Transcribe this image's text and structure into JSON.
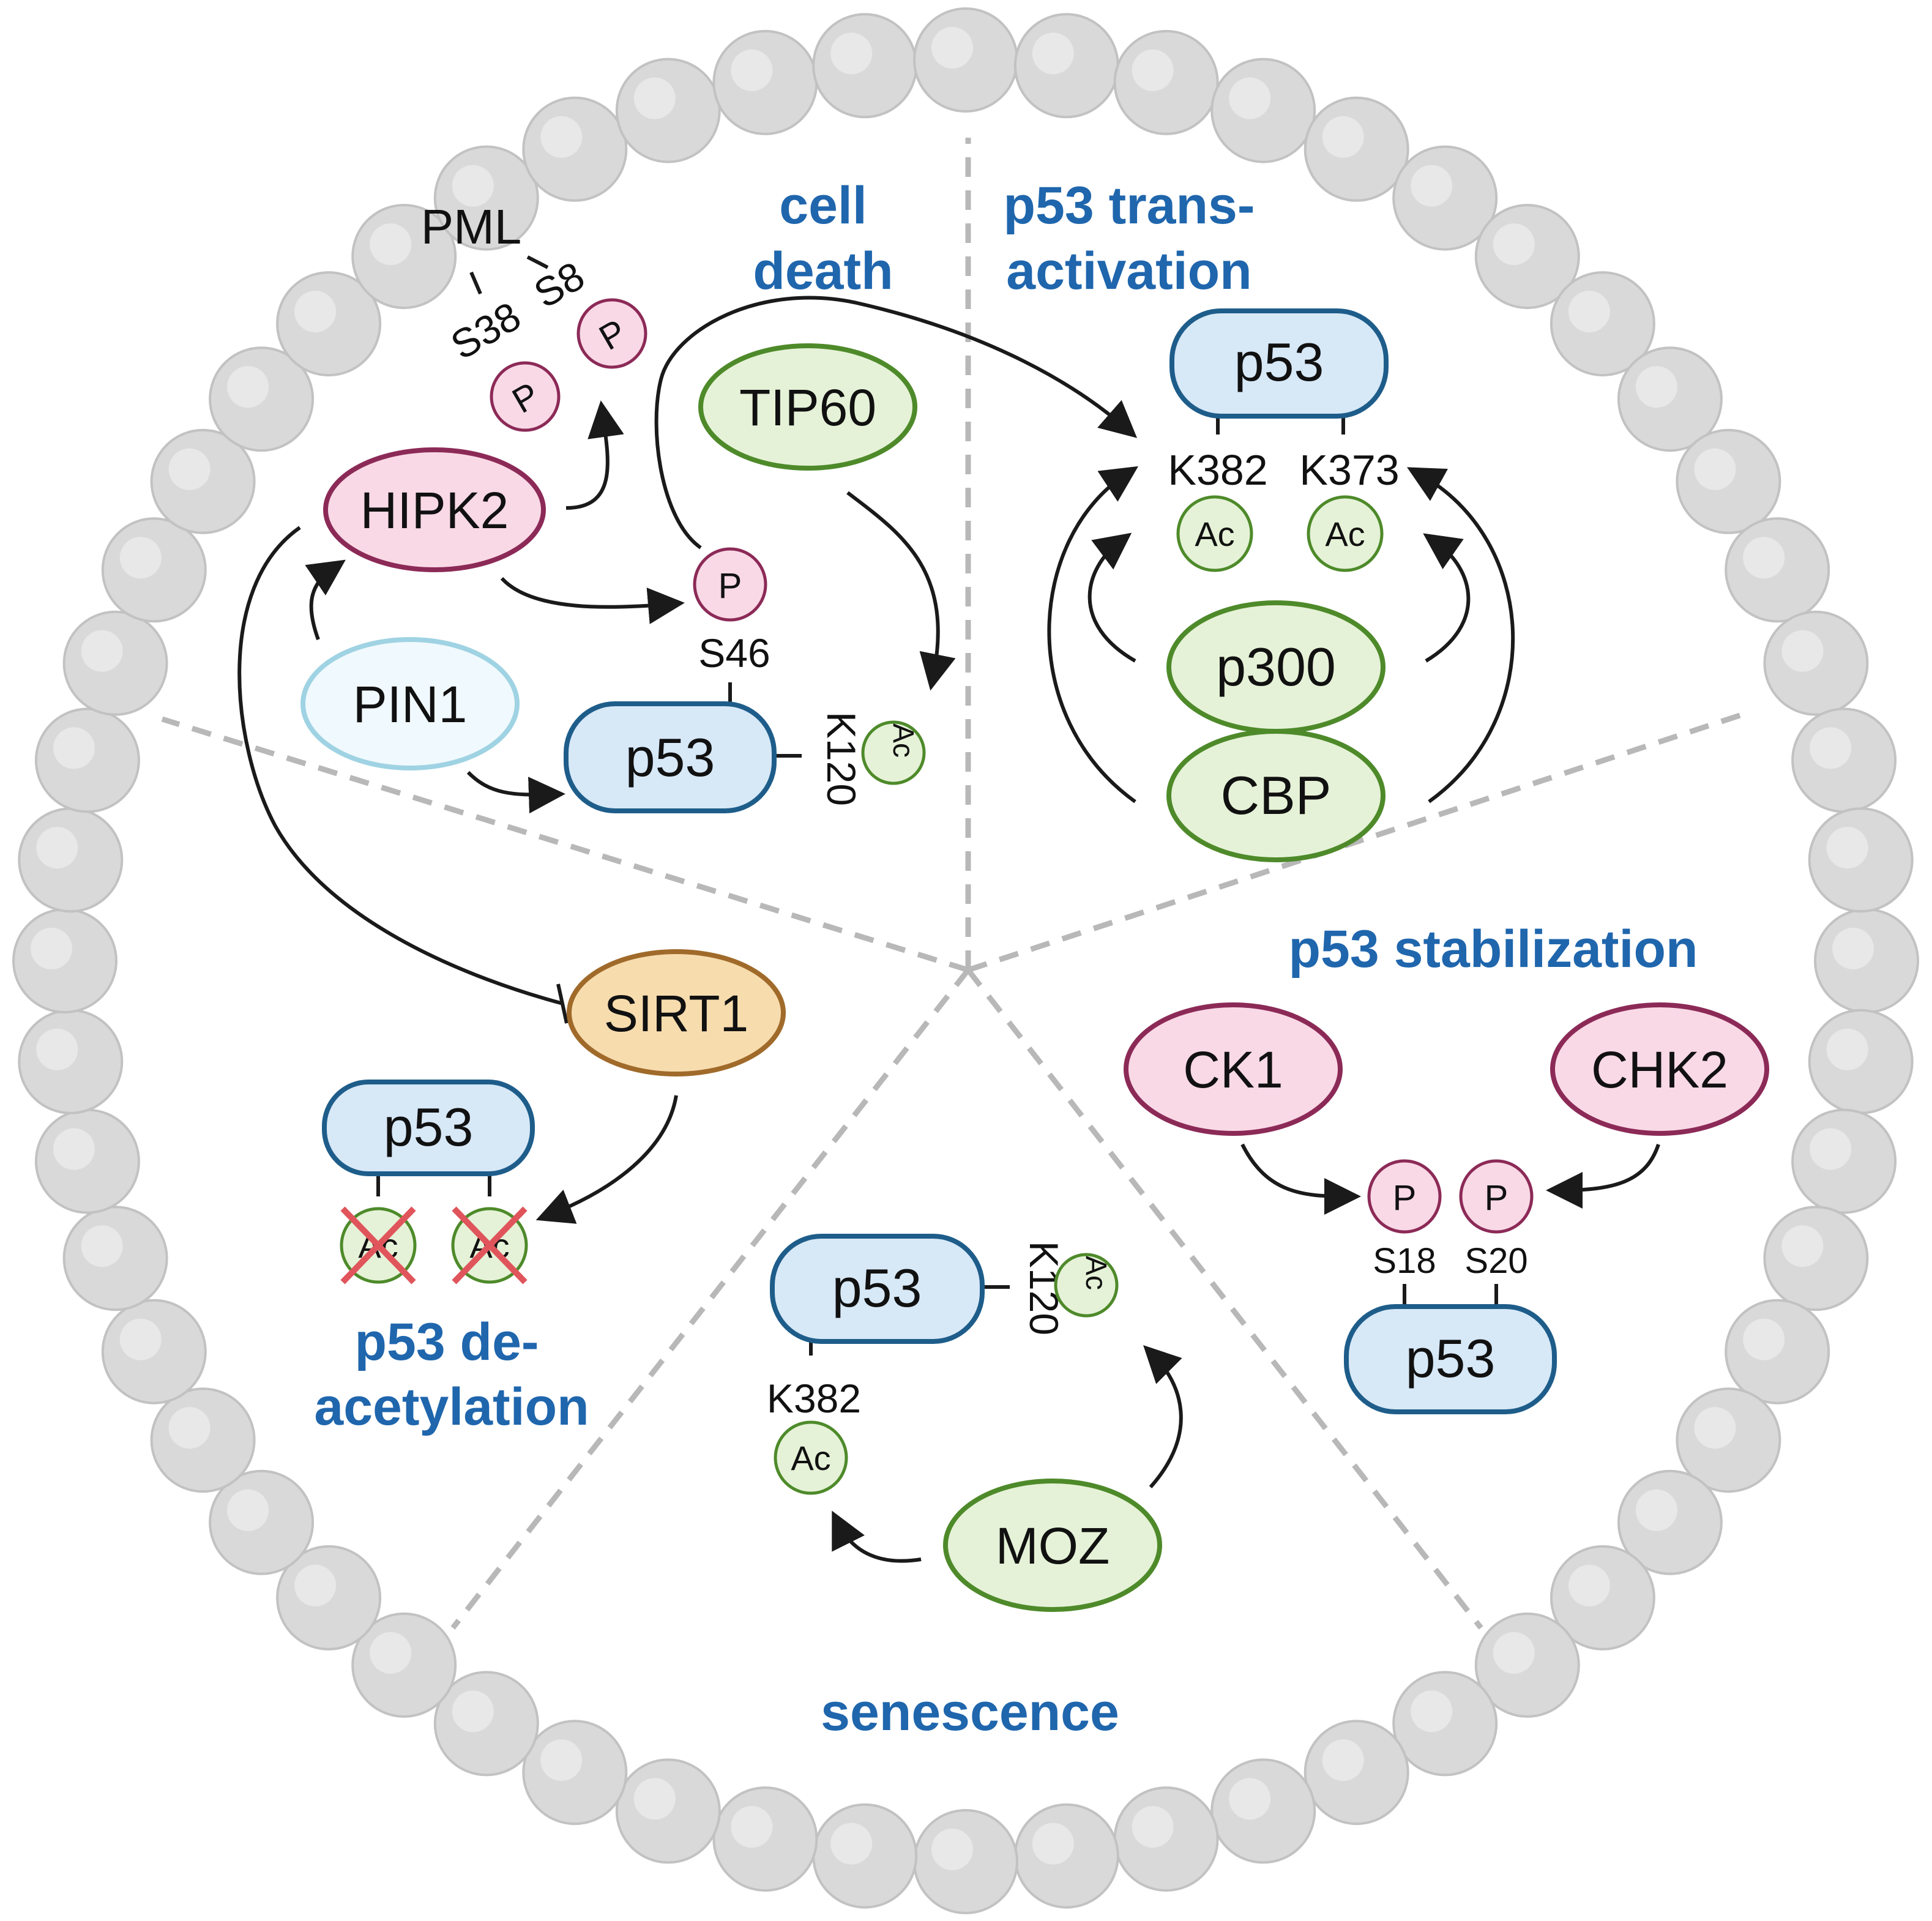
{
  "sections": {
    "cell_death": [
      "cell",
      "death"
    ],
    "transactivation": [
      "p53 trans-",
      "activation"
    ],
    "stabilization": "p53 stabilization",
    "senescence": "senescence",
    "deacetylation": [
      "p53 de-",
      "acetylation"
    ]
  },
  "proteins": {
    "pml": "PML",
    "hipk2": "HIPK2",
    "pin1": "PIN1",
    "tip60": "TIP60",
    "p300": "p300",
    "cbp": "CBP",
    "sirt1": "SIRT1",
    "ck1": "CK1",
    "chk2": "CHK2",
    "moz": "MOZ",
    "p53": "p53"
  },
  "modifications": {
    "phospho": "P",
    "acetyl": "Ac"
  },
  "sites": {
    "s38": "S38",
    "s8": "S8",
    "s46": "S46",
    "k120": "K120",
    "k382": "K382",
    "k373": "K373",
    "s18": "S18",
    "s20": "S20"
  },
  "colors": {
    "section_title": "#1f66ad",
    "nucleus_bead": "#d9d9d9",
    "p53_fill": "#d7e8f7",
    "p53_stroke": "#1e5d8a",
    "pink_fill": "#f9d9e6",
    "pink_stroke": "#8c2a57",
    "green_fill": "#e5f2d7",
    "green_stroke": "#4e8a2a",
    "pin1_fill": "#f0f9fd",
    "pin1_stroke": "#9fd3e3",
    "sirt1_fill": "#f7dcae",
    "sirt1_stroke": "#a06a2a",
    "cross": "#e0555b"
  }
}
